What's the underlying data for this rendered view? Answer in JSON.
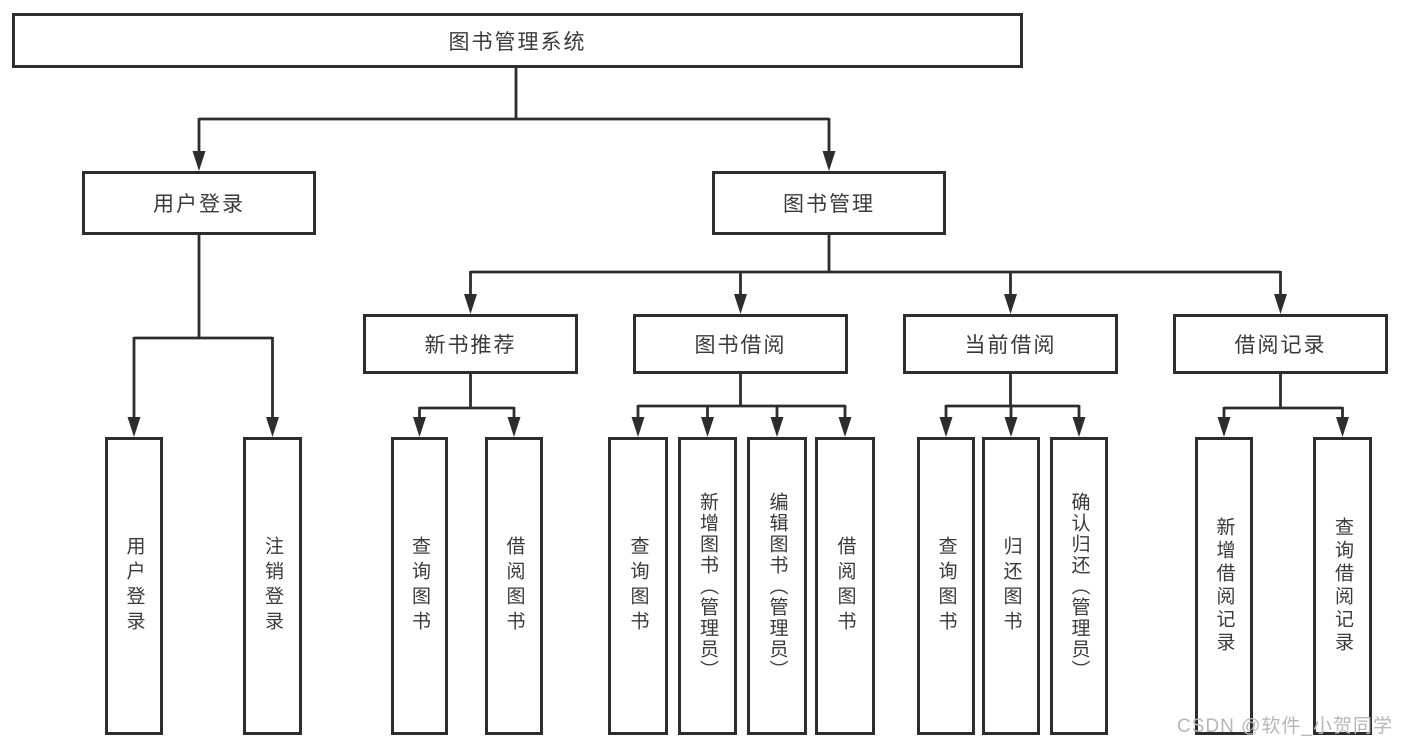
{
  "diagram_title": "图书管理系统",
  "colors": {
    "line": "#2d2d2d",
    "box_border": "#2d2d2d",
    "text": "#3a3a3a",
    "watermark": "#b7b7b7",
    "background": "#ffffff"
  },
  "tree": {
    "label": "图书管理系统",
    "children": [
      {
        "label": "用户登录",
        "children": [
          {
            "label": "用户登录"
          },
          {
            "label": "注销登录"
          }
        ]
      },
      {
        "label": "图书管理",
        "children": [
          {
            "label": "新书推荐",
            "children": [
              {
                "label": "查询图书"
              },
              {
                "label": "借阅图书"
              }
            ]
          },
          {
            "label": "图书借阅",
            "children": [
              {
                "label": "查询图书"
              },
              {
                "label": "新增图书（管理员）"
              },
              {
                "label": "编辑图书（管理员）"
              },
              {
                "label": "借阅图书"
              }
            ]
          },
          {
            "label": "当前借阅",
            "children": [
              {
                "label": "查询图书"
              },
              {
                "label": "归还图书"
              },
              {
                "label": "确认归还（管理员）"
              }
            ]
          },
          {
            "label": "借阅记录",
            "children": [
              {
                "label": "新增借阅记录"
              },
              {
                "label": "查询借阅记录"
              }
            ]
          }
        ]
      }
    ]
  },
  "watermark": {
    "text": "CSDN @软件_小贺同学"
  }
}
